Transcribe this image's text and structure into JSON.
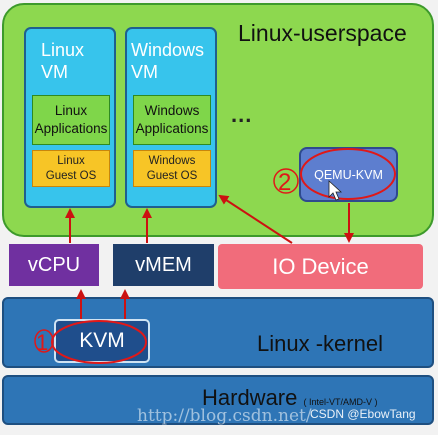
{
  "userspace": {
    "label": "Linux-userspace"
  },
  "linux_vm": {
    "title": "Linux VM",
    "apps": "Linux Applications",
    "guest": "Linux Guest OS"
  },
  "windows_vm": {
    "title": "Windows VM",
    "apps": "Windows Applications",
    "guest": "Windows Guest OS"
  },
  "ellipsis": "...",
  "qemu": {
    "label": "QEMU-KVM",
    "annotation": "2"
  },
  "resources": {
    "vcpu": "vCPU",
    "vmem": "vMEM",
    "io": "IO Device"
  },
  "kernel": {
    "label": "Linux -kernel",
    "kvm": "KVM",
    "annotation": "1"
  },
  "hardware": {
    "label": "Hardware",
    "sub": "( Intel-VT/AMD-V )"
  },
  "watermark": {
    "url": "http://blog.csdn.net/",
    "credit": "CSDN @EbowTang"
  },
  "colors": {
    "userspace": "#8dd84f",
    "vm": "#37c4ec",
    "apps": "#7fd64a",
    "guest": "#f7c526",
    "qemu": "#5d7ecf",
    "vcpu": "#7030a0",
    "vmem": "#1f3e6a",
    "io": "#f16c7b",
    "kernel": "#2e75b6",
    "arrow": "#cc1111",
    "annotation": "#e01818"
  }
}
